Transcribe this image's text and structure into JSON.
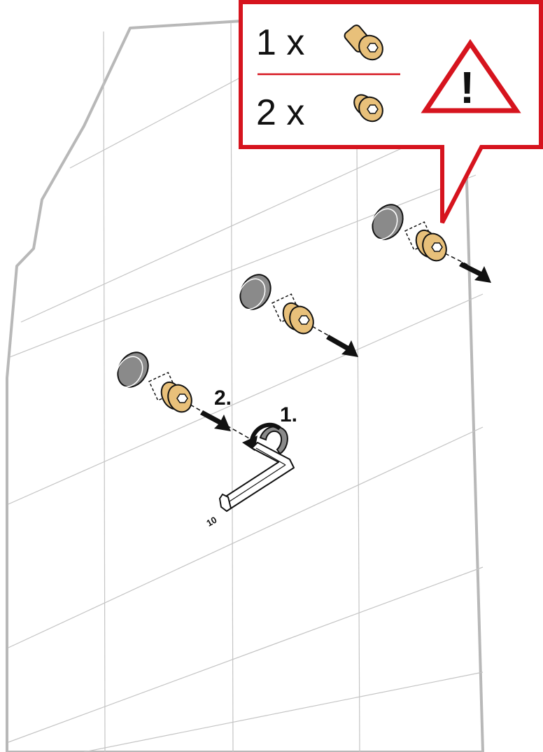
{
  "callout": {
    "qty_long": "1 x",
    "qty_short": "2 x",
    "warning_symbol": "!",
    "accent_color": "#d6141e"
  },
  "steps": {
    "step_one": "1.",
    "step_two": "2."
  },
  "tool": {
    "size_label": "10",
    "icon": "hex-key-icon"
  },
  "colors": {
    "screw_fill": "#e8c07a",
    "cap_fill": "#8a8a8a",
    "wall_lines": "#bdbdbd",
    "wall_edge": "#b8b8b8"
  }
}
